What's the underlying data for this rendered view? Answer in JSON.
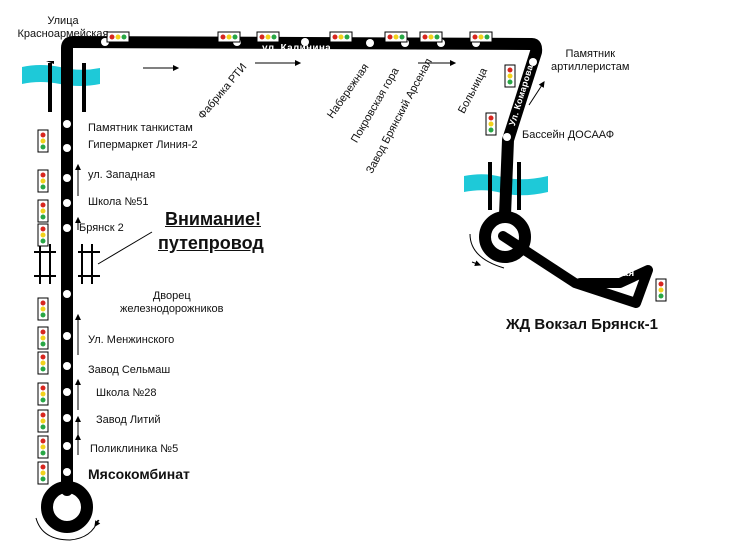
{
  "colors": {
    "route": "#000000",
    "river": "#1ec9d8",
    "light_red": "#d8261f",
    "light_yellow": "#f2d21b",
    "light_green": "#28a745"
  },
  "streets": {
    "kalinina": "ул. Калинина",
    "komarova": "Ул. Комарова",
    "rechnaya": "Ул. Речная"
  },
  "warning": {
    "line1": "Внимание!",
    "line2": "путепровод"
  },
  "terminals": {
    "vokzal": "ЖД Вокзал Брянск-1",
    "myasokombinat": "Мясокомбинат"
  },
  "stops": {
    "krasnoarmeyskaya": "Улица\nКрасноармейская",
    "pamyatnik_tankistam": "Памятник танкистам",
    "gipermarket": "Гипермаркет Линия-2",
    "zapadnaya": "ул. Западная",
    "shkola51": "Школа №51",
    "bryansk2": "Брянск 2",
    "dvorets": "Дворец\nжелезнодорожников",
    "menzhinskogo": "Ул. Менжинского",
    "selmash": "Завод Сельмаш",
    "shkola28": "Школа №28",
    "litiy": "Завод Литий",
    "poliklinika5": "Поликлиника №5",
    "fabrika_rti": "Фабрика РТИ",
    "naberezhnaya": "Набережная",
    "pokrovskaya": "Покровская гора",
    "arsenal": "Завод Брянский Арсенал",
    "bolnitsa": "Больница",
    "artilleristam": "Памятник\nартиллеристам",
    "dosaaf": "Бассейн ДОСААФ"
  }
}
